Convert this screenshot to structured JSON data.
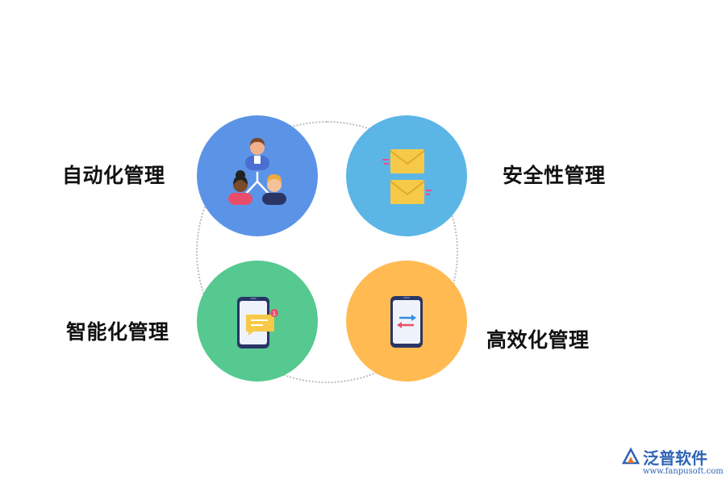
{
  "features": [
    {
      "label": "自动化管理",
      "icon": "team-hierarchy-icon",
      "color": "#5b94e6"
    },
    {
      "label": "安全性管理",
      "icon": "envelopes-icon",
      "color": "#5bb6e6"
    },
    {
      "label": "智能化管理",
      "icon": "phone-notification-icon",
      "color": "#55c990"
    },
    {
      "label": "高效化管理",
      "icon": "phone-transfer-icon",
      "color": "#ffba52"
    }
  ],
  "watermark": {
    "name": "泛普软件",
    "url": "www.fanpusoft.com"
  }
}
